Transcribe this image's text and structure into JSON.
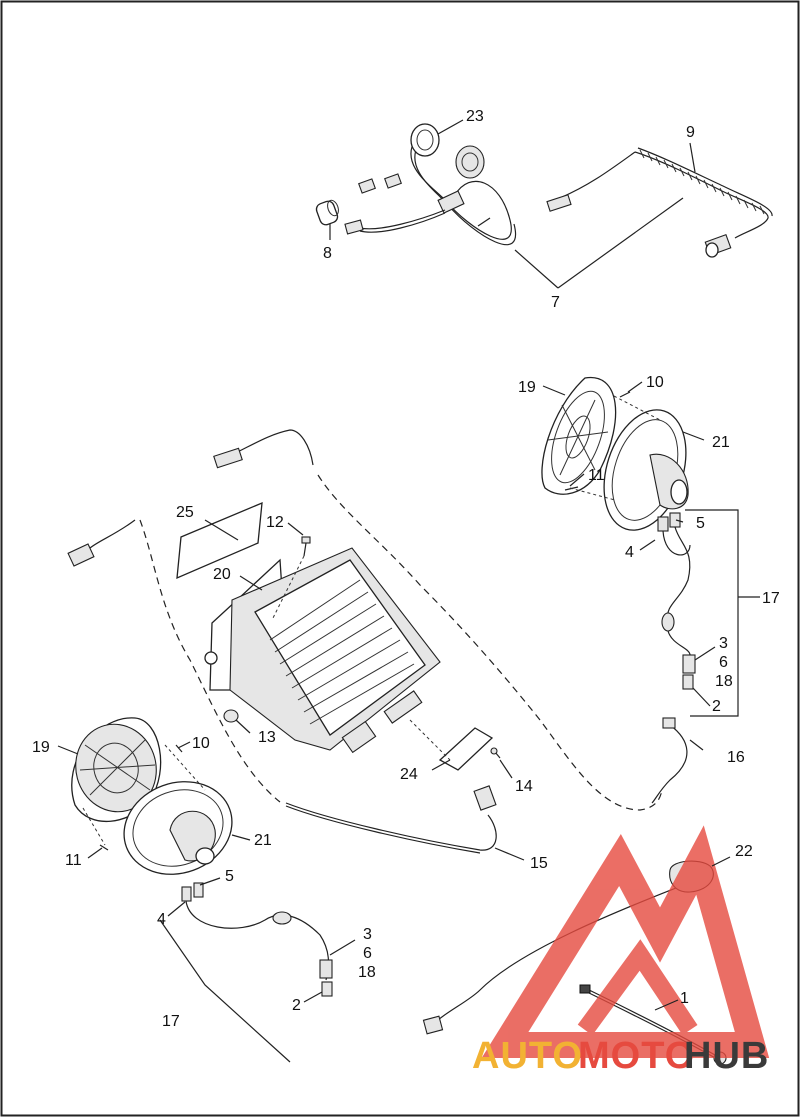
{
  "callouts": {
    "c1": "1",
    "c2a": "2",
    "c2b": "2",
    "c3a": "3",
    "c3b": "3",
    "c4a": "4",
    "c4b": "4",
    "c5a": "5",
    "c5b": "5",
    "c6a": "6",
    "c6b": "6",
    "c7": "7",
    "c8": "8",
    "c9": "9",
    "c10a": "10",
    "c10b": "10",
    "c11a": "11",
    "c11b": "11",
    "c12": "12",
    "c13": "13",
    "c14": "14",
    "c15": "15",
    "c16": "16",
    "c17a": "17",
    "c17b": "17",
    "c18a": "18",
    "c18b": "18",
    "c19a": "19",
    "c19b": "19",
    "c20": "20",
    "c21a": "21",
    "c21b": "21",
    "c22": "22",
    "c23": "23",
    "c24": "24",
    "c25": "25"
  },
  "watermark": {
    "part1": "AUTO",
    "part2": "MOTO",
    "part3": "HUB",
    "color_orange": "#f2b233",
    "color_red": "#e64a3f",
    "color_dark": "#3a3a3a"
  }
}
